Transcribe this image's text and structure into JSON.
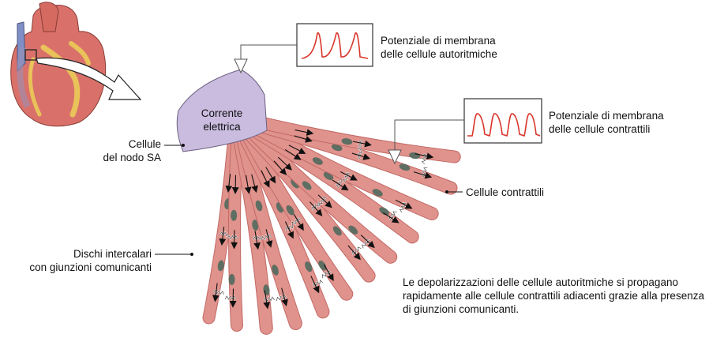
{
  "labels": {
    "corrente_line1": "Corrente",
    "corrente_line2": "elettrica",
    "nodo_line1": "Cellule",
    "nodo_line2": "del nodo SA",
    "autoritmiche_line1": "Potenziale di membrana",
    "autoritmiche_line2": "delle cellule autoritmiche",
    "contrattili_pot_line1": "Potenziale di membrana",
    "contrattili_pot_line2": "delle cellule contrattili",
    "contrattili": "Cellule contrattili",
    "dischi_line1": "Dischi intercalari",
    "dischi_line2": "con giunzioni comunicanti",
    "caption_line1": "Le depolarizzazioni delle cellule autoritmiche si propagano",
    "caption_line2": "rapidamente alle cellule contrattili adiacenti grazie alla presenza",
    "caption_line3": "di giunzioni comunicanti."
  },
  "colors": {
    "muscle": "#e0928c",
    "muscle_dark": "#c26a66",
    "nucleus": "#5f6e62",
    "node": "#c9bcdf",
    "wave": "#d8352a",
    "heart": "#d9716a",
    "fat": "#e9c25a",
    "vessel_blue": "#7f8fc6"
  }
}
